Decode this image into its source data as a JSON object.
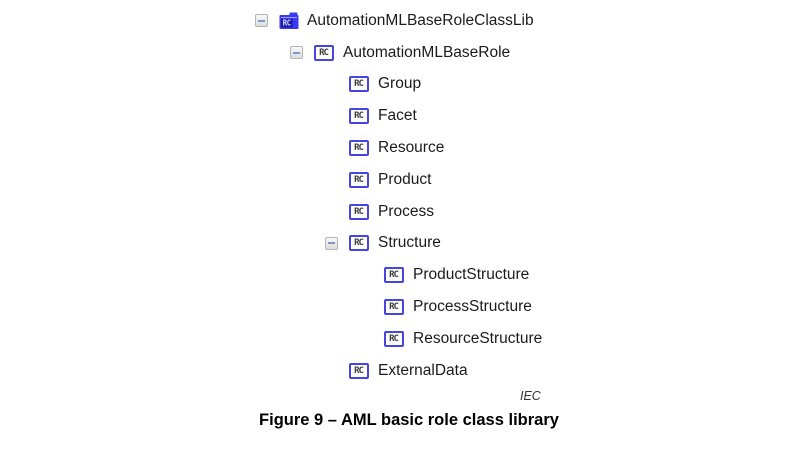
{
  "figure": {
    "source_label": "IEC",
    "caption": "Figure 9 – AML basic role class library"
  },
  "tree": {
    "items": [
      {
        "label": "AutomationMLBaseRoleClassLib",
        "level": 0,
        "expander": true,
        "expander_state": "collapse",
        "icon": "role-class-library-icon",
        "icon_text": "RC"
      },
      {
        "label": "AutomationMLBaseRole",
        "level": 1,
        "expander": true,
        "expander_state": "collapse",
        "icon": "role-class-icon",
        "icon_text": "RC"
      },
      {
        "label": "Group",
        "level": 2,
        "expander": false,
        "expander_state": "none",
        "icon": "role-class-icon",
        "icon_text": "RC"
      },
      {
        "label": "Facet",
        "level": 2,
        "expander": false,
        "expander_state": "none",
        "icon": "role-class-icon",
        "icon_text": "RC"
      },
      {
        "label": "Resource",
        "level": 2,
        "expander": false,
        "expander_state": "none",
        "icon": "role-class-icon",
        "icon_text": "RC"
      },
      {
        "label": "Product",
        "level": 2,
        "expander": false,
        "expander_state": "none",
        "icon": "role-class-icon",
        "icon_text": "RC"
      },
      {
        "label": "Process",
        "level": 2,
        "expander": false,
        "expander_state": "none",
        "icon": "role-class-icon",
        "icon_text": "RC"
      },
      {
        "label": "Structure",
        "level": 2,
        "expander": true,
        "expander_state": "collapse",
        "icon": "role-class-icon",
        "icon_text": "RC"
      },
      {
        "label": "ProductStructure",
        "level": 3,
        "expander": false,
        "expander_state": "none",
        "icon": "role-class-icon",
        "icon_text": "RC"
      },
      {
        "label": "ProcessStructure",
        "level": 3,
        "expander": false,
        "expander_state": "none",
        "icon": "role-class-icon",
        "icon_text": "RC"
      },
      {
        "label": "ResourceStructure",
        "level": 3,
        "expander": false,
        "expander_state": "none",
        "icon": "role-class-icon",
        "icon_text": "RC"
      },
      {
        "label": "ExternalData",
        "level": 2,
        "expander": false,
        "expander_state": "none",
        "icon": "role-class-icon",
        "icon_text": "RC"
      }
    ]
  },
  "colors": {
    "icon_blue": "#3a3af0",
    "icon_border_blue": "#4545e6",
    "icon_label_navy": "#1c1ca8",
    "icon_text_dark": "#3d3d3d",
    "expander_minus": "#7d97c6",
    "text": "#1b1b1b"
  }
}
